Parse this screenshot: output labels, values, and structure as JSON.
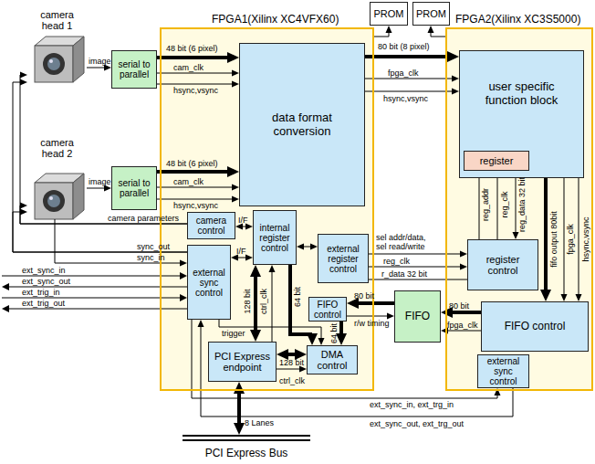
{
  "diagram": {
    "nodes": [
      {
        "text": [
          "camera head 1"
        ]
      },
      {
        "text": [
          "serial to parallel"
        ]
      },
      {
        "text": [
          "camera head 2"
        ]
      },
      {
        "text": [
          "serial to parallel"
        ]
      },
      {
        "text": [
          "FPGA1(Xilinx XC4VFX60)"
        ]
      },
      {
        "text": [
          "data format conversion"
        ],
        "in": 4
      },
      {
        "text": [
          "camera control"
        ],
        "in": 4
      },
      {
        "text": [
          "internal register control"
        ],
        "in": 4
      },
      {
        "text": [
          "external register control"
        ],
        "in": 4
      },
      {
        "text": [
          "external sync control"
        ],
        "in": 4
      },
      {
        "text": [
          "FIFO control"
        ],
        "in": 4
      },
      {
        "text": [
          "PCI Express endpoint"
        ],
        "in": 4
      },
      {
        "text": [
          "DMA control"
        ],
        "in": 4
      },
      {
        "text": [
          "PROM"
        ]
      },
      {
        "text": [
          "PROM"
        ]
      },
      {
        "text": [
          "FPGA2(Xilinx XC3S5000)"
        ]
      },
      {
        "text": [
          "user specific function block"
        ],
        "in": 15
      },
      {
        "text": [
          "register"
        ],
        "in": 16
      },
      {
        "text": [
          "register control"
        ],
        "in": 15
      },
      {
        "text": [
          "FIFO"
        ]
      },
      {
        "text": [
          "FIFO control"
        ],
        "in": 15
      },
      {
        "text": [
          "external sync control"
        ],
        "in": 15
      },
      {
        "text": [
          "PCI Express Bus"
        ]
      }
    ],
    "edges": [
      {
        "from": 0,
        "to": 1,
        "arrow": "to",
        "label": "image"
      },
      {
        "from": 1,
        "to": 5,
        "arrow": "to",
        "label": "48 bit (6 pixel)"
      },
      {
        "from": 1,
        "to": 5,
        "arrow": "to",
        "label": "cam_clk"
      },
      {
        "from": 1,
        "to": 5,
        "arrow": "to",
        "label": "hsync,vsync"
      },
      {
        "from": 2,
        "to": 3,
        "arrow": "to",
        "label": "image"
      },
      {
        "from": 3,
        "to": 5,
        "arrow": "to",
        "label": "48 bit (6 pixel)"
      },
      {
        "from": 3,
        "to": 5,
        "arrow": "to",
        "label": "cam_clk"
      },
      {
        "from": 3,
        "to": 5,
        "arrow": "to",
        "label": "hsync,vsync"
      },
      {
        "from": 5,
        "to": 16,
        "arrow": "to",
        "label": "80 bit (8 pixel)"
      },
      {
        "from": 5,
        "to": 16,
        "arrow": "to",
        "label": "fpga_clk"
      },
      {
        "from": 5,
        "to": 16,
        "arrow": "to",
        "label": "hsync,vsync"
      },
      {
        "from": 4,
        "to": 13,
        "arrow": "to"
      },
      {
        "from": 15,
        "to": 14,
        "arrow": "to"
      },
      {
        "from": 6,
        "to": 0,
        "arrow": "to",
        "label": "camera parameters"
      },
      {
        "from": 6,
        "to": 2,
        "arrow": "to"
      },
      {
        "from": 9,
        "to": 0,
        "arrow": "to",
        "label": "sync_out"
      },
      {
        "from": 9,
        "to": 2,
        "arrow": "to"
      },
      {
        "from": 2,
        "to": 9,
        "arrow": "to",
        "label": "sync_in"
      },
      {
        "from": 6,
        "to": 7,
        "arrow": "both",
        "label": "I/F"
      },
      {
        "from": 9,
        "to": 7,
        "arrow": "both",
        "label": "I/F"
      },
      {
        "from": 7,
        "to": 8,
        "arrow": "both"
      },
      {
        "from": 8,
        "to": 18,
        "arrow": "to",
        "label": "sel addr/data, sel read/write"
      },
      {
        "from": 8,
        "to": 18,
        "arrow": "to",
        "label": "reg_clk"
      },
      {
        "from": 18,
        "to": 8,
        "arrow": "to",
        "label": "r_data 32 bit"
      },
      {
        "from": 18,
        "to": 17,
        "arrow": "to",
        "label": "reg_addr"
      },
      {
        "from": 18,
        "to": 17,
        "arrow": "to",
        "label": "reg_clk"
      },
      {
        "from": 18,
        "to": 17,
        "arrow": "both",
        "label": "reg_data 32 bit"
      },
      {
        "from": 16,
        "to": 20,
        "arrow": "to",
        "label": "fifo output 80bit"
      },
      {
        "from": 16,
        "to": 20,
        "arrow": "to",
        "label": "fpga_clk"
      },
      {
        "from": 16,
        "to": 20,
        "arrow": "to",
        "label": "hsync,vsync"
      },
      {
        "from": 20,
        "to": 19,
        "arrow": "to",
        "label": "80 bit"
      },
      {
        "from": 20,
        "to": 19,
        "arrow": "to",
        "label": "fpga_clk"
      },
      {
        "from": 19,
        "to": 10,
        "arrow": "to",
        "label": "80 bit"
      },
      {
        "from": 10,
        "to": 19,
        "arrow": "to",
        "label": "r/w timing"
      },
      {
        "from": 10,
        "to": 12,
        "arrow": "to",
        "label": "64 bit"
      },
      {
        "from": 7,
        "to": 12,
        "arrow": "to",
        "label": "64 bit"
      },
      {
        "from": 9,
        "to": 12,
        "arrow": "to",
        "label": "trigger"
      },
      {
        "from": 11,
        "to": 7,
        "arrow": "both",
        "label": "128 bit"
      },
      {
        "from": 11,
        "to": 7,
        "arrow": "to",
        "label": "ctrl_clk"
      },
      {
        "from": 11,
        "to": 12,
        "arrow": "both",
        "label": "128 bit"
      },
      {
        "from": 11,
        "to": 12,
        "arrow": "to",
        "label": "ctrl_clk"
      },
      {
        "from": 11,
        "to": 22,
        "arrow": "both",
        "label": "8 Lanes"
      },
      {
        "from": 9,
        "to": 21,
        "arrow": "to",
        "label": "ext_sync_in, ext_trg_in"
      },
      {
        "from": 21,
        "to": 9,
        "arrow": "to",
        "label": "ext_sync_out, ext_trg_out"
      }
    ],
    "labels": [
      "ext_sync_in",
      "ext_sync_out",
      "ext_trig_in",
      "ext_trig_out"
    ]
  }
}
